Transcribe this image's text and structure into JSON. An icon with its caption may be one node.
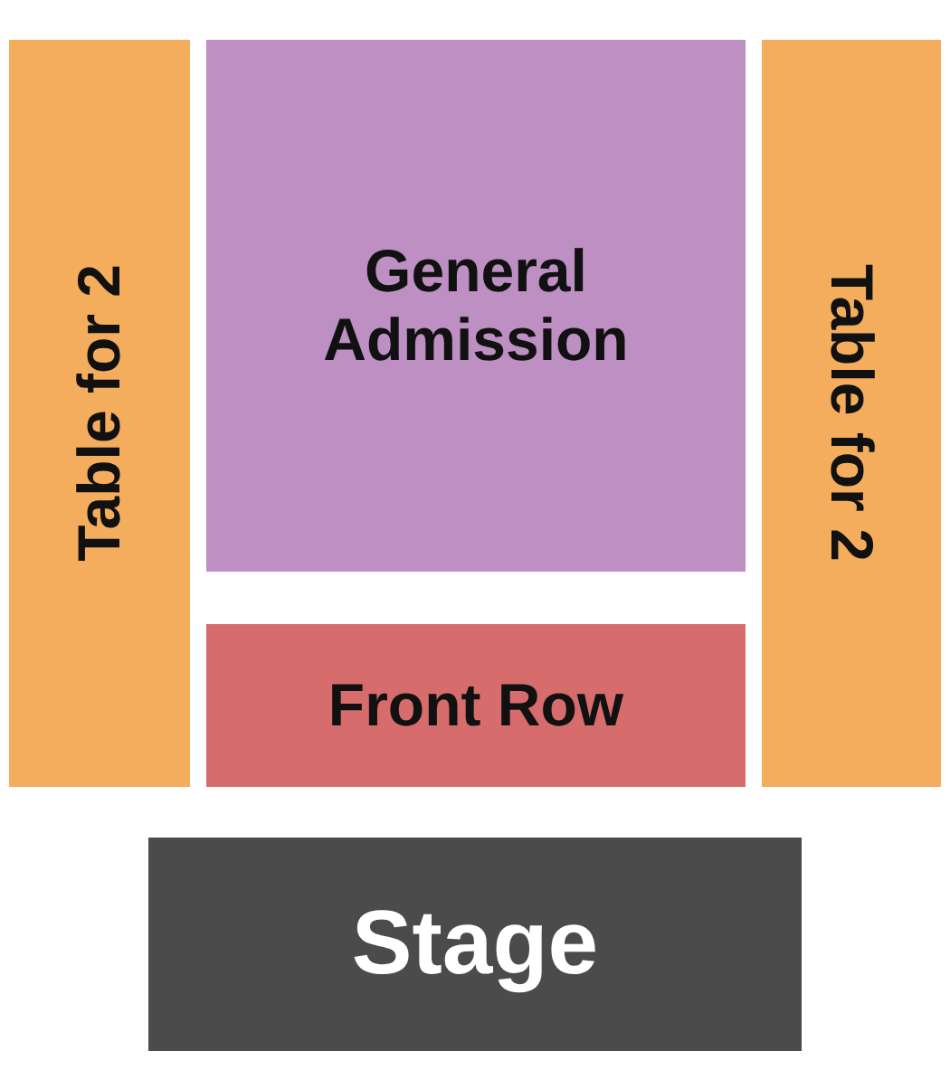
{
  "diagram": {
    "nodes": [
      {
        "text": [
          "Table for 2"
        ]
      },
      {
        "text": [
          "General Admission"
        ]
      },
      {
        "text": [
          "Table for 2"
        ]
      },
      {
        "text": [
          "Front Row"
        ]
      },
      {
        "text": [
          "Stage"
        ]
      }
    ]
  }
}
